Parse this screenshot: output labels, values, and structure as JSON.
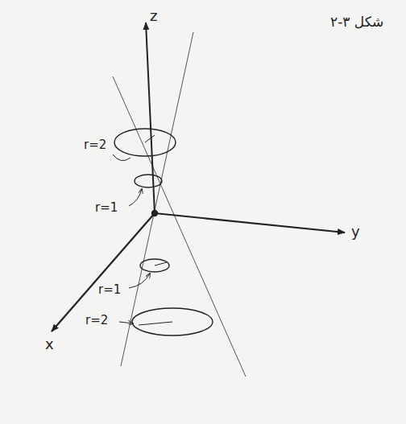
{
  "diagram": {
    "labels": [
      "شکل ۳-۲",
      "z",
      "y",
      "x",
      "r=2",
      "r=1",
      "r=1",
      "r=2"
    ]
  }
}
